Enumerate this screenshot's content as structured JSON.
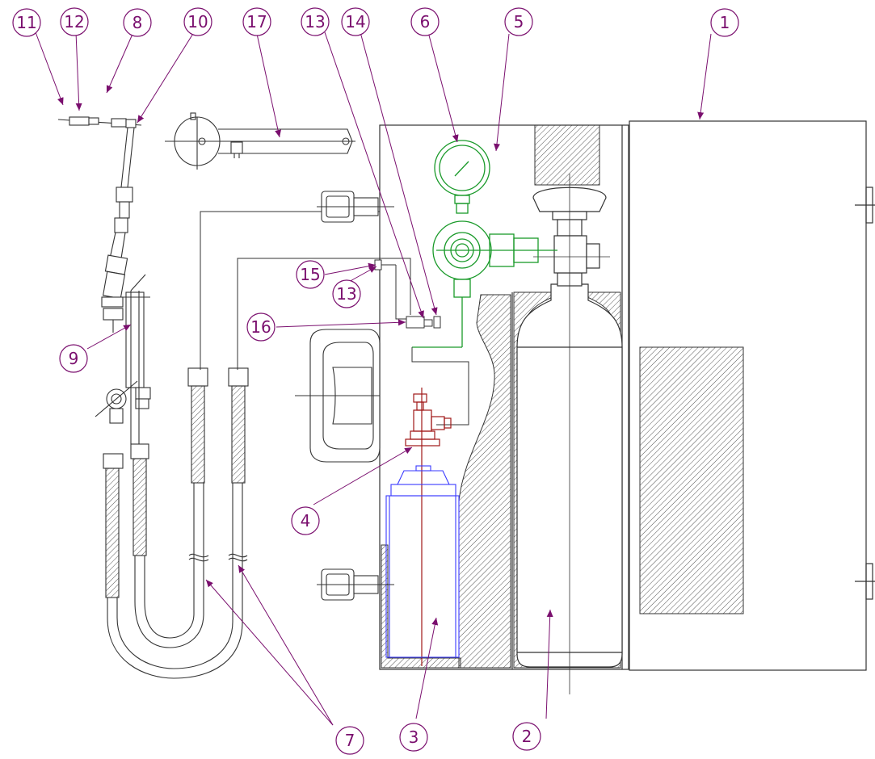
{
  "colors": {
    "outline": "#333333",
    "callout": "#7a0f6e",
    "regulator": "#1a9a2a",
    "valve": "#a01818",
    "canister": "#3a3aff",
    "hatch": "#555555"
  },
  "callouts": [
    "1",
    "2",
    "3",
    "4",
    "5",
    "6",
    "7",
    "8",
    "9",
    "10",
    "11",
    "12",
    "13",
    "13",
    "14",
    "15",
    "16",
    "17"
  ]
}
